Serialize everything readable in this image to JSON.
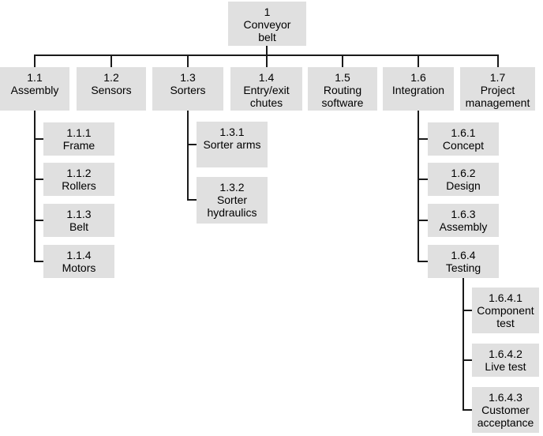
{
  "diagram": {
    "type": "work-breakdown-structure",
    "root": "Conveyor belt"
  },
  "colors": {
    "node_fill": "#e0e0e0",
    "connector": "#1a1a1a",
    "text": "#000000",
    "canvas": "#ffffff"
  },
  "nodes": [
    {
      "id": "1",
      "parent": null,
      "number": "1",
      "name": "Conveyor belt",
      "lines": [
        "Conveyor",
        "belt"
      ]
    },
    {
      "id": "1.1",
      "parent": "1",
      "number": "1.1",
      "name": "Assembly",
      "lines": [
        "Assembly"
      ]
    },
    {
      "id": "1.2",
      "parent": "1",
      "number": "1.2",
      "name": "Sensors",
      "lines": [
        "Sensors"
      ]
    },
    {
      "id": "1.3",
      "parent": "1",
      "number": "1.3",
      "name": "Sorters",
      "lines": [
        "Sorters"
      ]
    },
    {
      "id": "1.4",
      "parent": "1",
      "number": "1.4",
      "name": "Entry/exit chutes",
      "lines": [
        "Entry/exit",
        "chutes"
      ]
    },
    {
      "id": "1.5",
      "parent": "1",
      "number": "1.5",
      "name": "Routing software",
      "lines": [
        "Routing",
        "software"
      ]
    },
    {
      "id": "1.6",
      "parent": "1",
      "number": "1.6",
      "name": "Integration",
      "lines": [
        "Integration"
      ]
    },
    {
      "id": "1.7",
      "parent": "1",
      "number": "1.7",
      "name": "Project management",
      "lines": [
        "Project",
        "management"
      ]
    },
    {
      "id": "1.1.1",
      "parent": "1.1",
      "number": "1.1.1",
      "name": "Frame",
      "lines": [
        "Frame"
      ]
    },
    {
      "id": "1.1.2",
      "parent": "1.1",
      "number": "1.1.2",
      "name": "Rollers",
      "lines": [
        "Rollers"
      ]
    },
    {
      "id": "1.1.3",
      "parent": "1.1",
      "number": "1.1.3",
      "name": "Belt",
      "lines": [
        "Belt"
      ]
    },
    {
      "id": "1.1.4",
      "parent": "1.1",
      "number": "1.1.4",
      "name": "Motors",
      "lines": [
        "Motors"
      ]
    },
    {
      "id": "1.3.1",
      "parent": "1.3",
      "number": "1.3.1",
      "name": "Sorter arms",
      "lines": [
        "Sorter arms"
      ]
    },
    {
      "id": "1.3.2",
      "parent": "1.3",
      "number": "1.3.2",
      "name": "Sorter hydraulics",
      "lines": [
        "Sorter",
        "hydraulics"
      ]
    },
    {
      "id": "1.6.1",
      "parent": "1.6",
      "number": "1.6.1",
      "name": "Concept",
      "lines": [
        "Concept"
      ]
    },
    {
      "id": "1.6.2",
      "parent": "1.6",
      "number": "1.6.2",
      "name": "Design",
      "lines": [
        "Design"
      ]
    },
    {
      "id": "1.6.3",
      "parent": "1.6",
      "number": "1.6.3",
      "name": "Assembly",
      "lines": [
        "Assembly"
      ]
    },
    {
      "id": "1.6.4",
      "parent": "1.6",
      "number": "1.6.4",
      "name": "Testing",
      "lines": [
        "Testing"
      ]
    },
    {
      "id": "1.6.4.1",
      "parent": "1.6.4",
      "number": "1.6.4.1",
      "name": "Component test",
      "lines": [
        "Component",
        "test"
      ]
    },
    {
      "id": "1.6.4.2",
      "parent": "1.6.4",
      "number": "1.6.4.2",
      "name": "Live test",
      "lines": [
        "Live test"
      ]
    },
    {
      "id": "1.6.4.3",
      "parent": "1.6.4",
      "number": "1.6.4.3",
      "name": "Customer acceptance",
      "lines": [
        "Customer",
        "acceptance"
      ]
    }
  ]
}
